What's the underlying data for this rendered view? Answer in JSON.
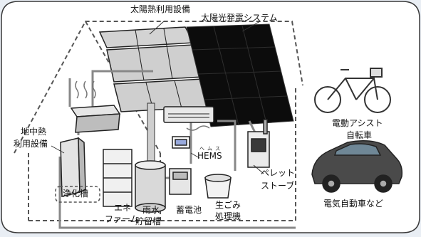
{
  "labels": {
    "solar_thermal": "太陽熱利用設備",
    "photovoltaic": "太陽光発電システム",
    "geothermal_1": "地中熱",
    "geothermal_2": "利用設備",
    "hems_ruby": "へムス",
    "hems": "HEMS",
    "pellet_stove_1": "ペレット",
    "pellet_stove_2": "ストーブ",
    "septic_tank": "浄化槽",
    "ene_farm_1": "エネ",
    "ene_farm_2": "ファーム",
    "rainwater_1": "雨水",
    "rainwater_2": "貯留槽",
    "storage_battery": "蓄電池",
    "garbage_processor_1": "生ごみ",
    "garbage_processor_2": "処理機",
    "e_bike_1": "電動アシスト",
    "e_bike_2": "自転車",
    "ev": "電気自動車など"
  },
  "colors": {
    "background": "#e9eef4",
    "frame": "#ffffff",
    "frame_border": "#3a3a3a",
    "pv_panel": "#0c0c0c",
    "solar_thermal_panel": "#cfcfcf",
    "car_body": "#4a4a4a"
  }
}
